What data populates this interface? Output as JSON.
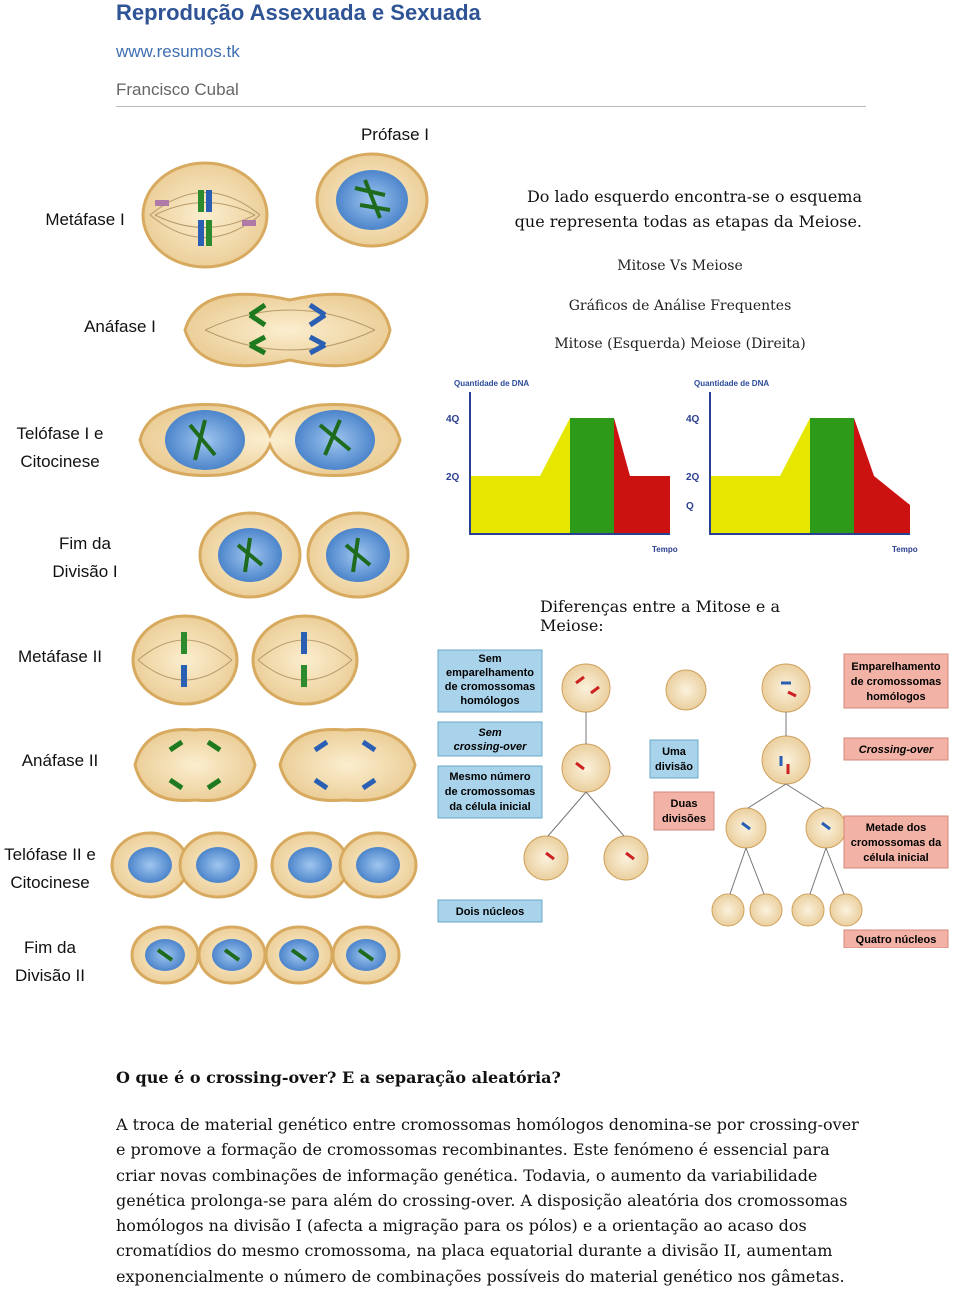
{
  "header": {
    "title": "Reprodução Assexuada e Sexuada",
    "website": "www.resumos.tk",
    "author": "Francisco Cubal"
  },
  "meiosis_labels": {
    "prophase1": "Prófase I",
    "metaphase1": "Metáfase I",
    "anaphase1": "Anáfase I",
    "telophase1_a": "Telófase I e",
    "telophase1_b": "Citocinese",
    "end1_a": "Fim da",
    "end1_b": "Divisão I",
    "metaphase2": "Metáfase II",
    "anaphase2": "Anáfase II",
    "telophase2_a": "Telófase II e",
    "telophase2_b": "Citocinese",
    "end2_a": "Fim da",
    "end2_b": "Divisão II"
  },
  "side_notes": {
    "scheme_line1": "Do lado esquerdo encontra-se o esquema",
    "scheme_line2": "que representa todas as etapas da Meiose.",
    "mitose_vs_meiose": "Mitose Vs Meiose",
    "graphs_title": "Gráficos de Análise Frequentes",
    "graphs_subtitle": "Mitose (Esquerda) Meiose (Direita)",
    "differences_title": "Diferenças entre a Mitose e a Meiose:"
  },
  "chart_data": [
    {
      "type": "area",
      "ylabel": "Quantidade de DNA",
      "xlabel": "Tempo",
      "y_ticks": [
        "4Q",
        "2Q"
      ],
      "x": [
        0,
        0.35,
        0.5,
        0.62,
        0.72,
        0.8,
        1
      ],
      "y": [
        2,
        2,
        4,
        4,
        4,
        2,
        2
      ],
      "phase_colors": [
        "#e6e600",
        "#2e9a1a",
        "#cc1111"
      ]
    },
    {
      "type": "area",
      "ylabel": "Quantidade de DNA",
      "xlabel": "Tempo",
      "y_ticks": [
        "4Q",
        "2Q",
        "Q"
      ],
      "x": [
        0,
        0.35,
        0.5,
        0.62,
        0.72,
        0.82,
        1
      ],
      "y": [
        2,
        2,
        4,
        4,
        4,
        2,
        1
      ],
      "phase_colors": [
        "#e6e600",
        "#2e9a1a",
        "#cc1111"
      ]
    }
  ],
  "diagram": {
    "left_boxes": [
      "Sem",
      "emparelhamento",
      "de cromossomas",
      "homólogos"
    ],
    "crossing_left": [
      "Sem",
      "crossing-over"
    ],
    "same_number": [
      "Mesmo número",
      "de cromossomas",
      "da célula inicial"
    ],
    "one_division": [
      "Uma",
      "divisão"
    ],
    "two_divisions": [
      "Duas",
      "divisões"
    ],
    "two_nuclei": "Dois núcleos",
    "pairing": [
      "Emparelhamento",
      "de cromossomas",
      "homólogos"
    ],
    "crossing_right": "Crossing-over",
    "half_chromosomes": [
      "Metade dos",
      "cromossomas da",
      "célula inicial"
    ],
    "four_nuclei": "Quatro núcleos"
  },
  "question": "O que é o crossing-over? E a separação aleatória?",
  "paragraph": "A troca de material genético entre cromossomas homólogos denomina-se por crossing-over e promove a formação de cromossomas recombinantes. Este fenómeno é essencial para criar novas combinações de informação genética. Todavia, o aumento da variabilidade genética prolonga-se para além do crossing-over. A disposição aleatória dos cromossomas homólogos na divisão I (afecta a migração para os pólos) e a orientação ao acaso dos cromatídios do mesmo cromossoma, na placa equatorial durante a divisão II, aumentam exponencialmente o número de combinações possíveis do material genético nos gâmetas."
}
